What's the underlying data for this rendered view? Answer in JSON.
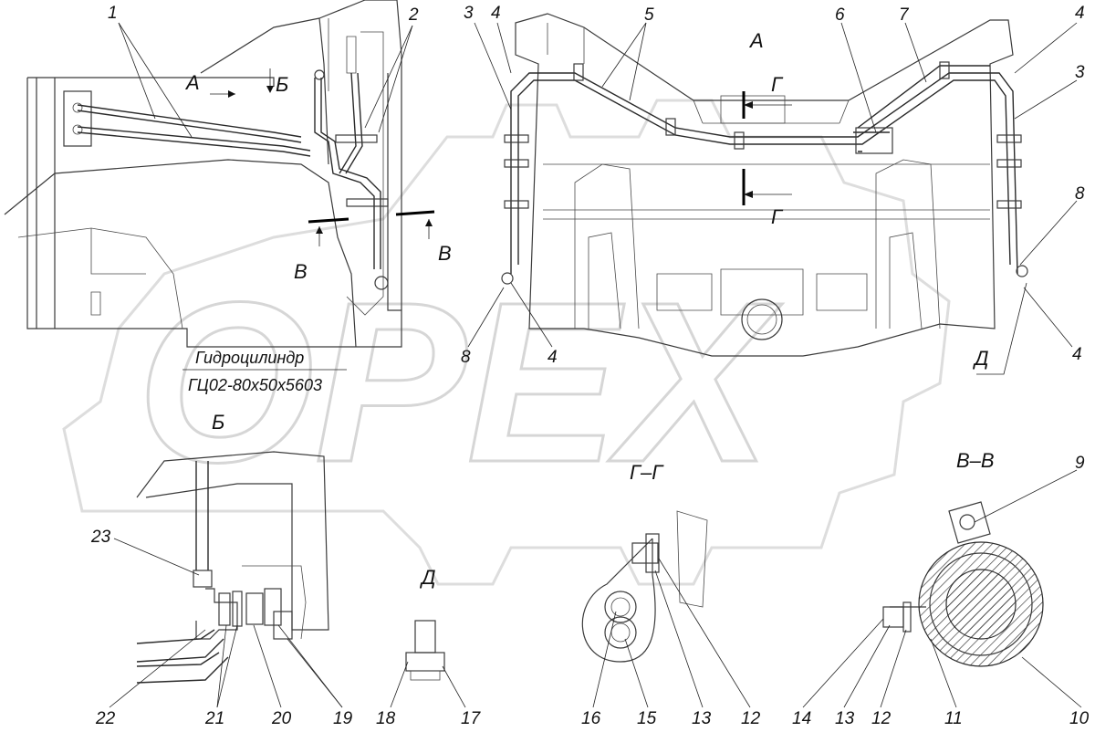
{
  "watermark": "ОРЕХ",
  "note": {
    "line1": "Гидроцилиндр",
    "line2": "ГЦ02-80x50x5603"
  },
  "sections": {
    "view_a_top": "А",
    "view_a": "А",
    "view_b": "Б",
    "view_b_top": "Б",
    "cut_v_left": "В",
    "cut_v_right": "В",
    "cut_g_top": "Г",
    "cut_g_bottom": "Г",
    "view_d": "Д",
    "view_d_top": "Д",
    "sect_gg": "Г–Г",
    "sect_vv": "В–В"
  },
  "callouts": {
    "c1": "1",
    "c2": "2",
    "c3a": "3",
    "c4a": "4",
    "c5": "5",
    "c6": "6",
    "c7": "7",
    "c4b": "4",
    "c3b": "3",
    "c8a": "8",
    "c8b": "8",
    "c4c": "4",
    "c4d": "4",
    "c9": "9",
    "c23": "23",
    "c22": "22",
    "c21": "21",
    "c20": "20",
    "c19": "19",
    "c18": "18",
    "c17": "17",
    "c16": "16",
    "c15": "15",
    "c13a": "13",
    "c12a": "12",
    "c14": "14",
    "c13b": "13",
    "c12b": "12",
    "c11": "11",
    "c10": "10"
  }
}
